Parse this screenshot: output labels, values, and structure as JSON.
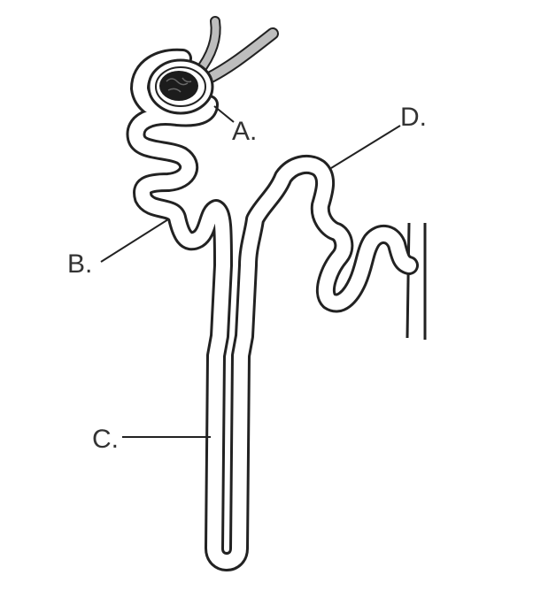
{
  "diagram": {
    "labels": {
      "a": "A.",
      "b": "B.",
      "c": "C.",
      "d": "D."
    }
  }
}
